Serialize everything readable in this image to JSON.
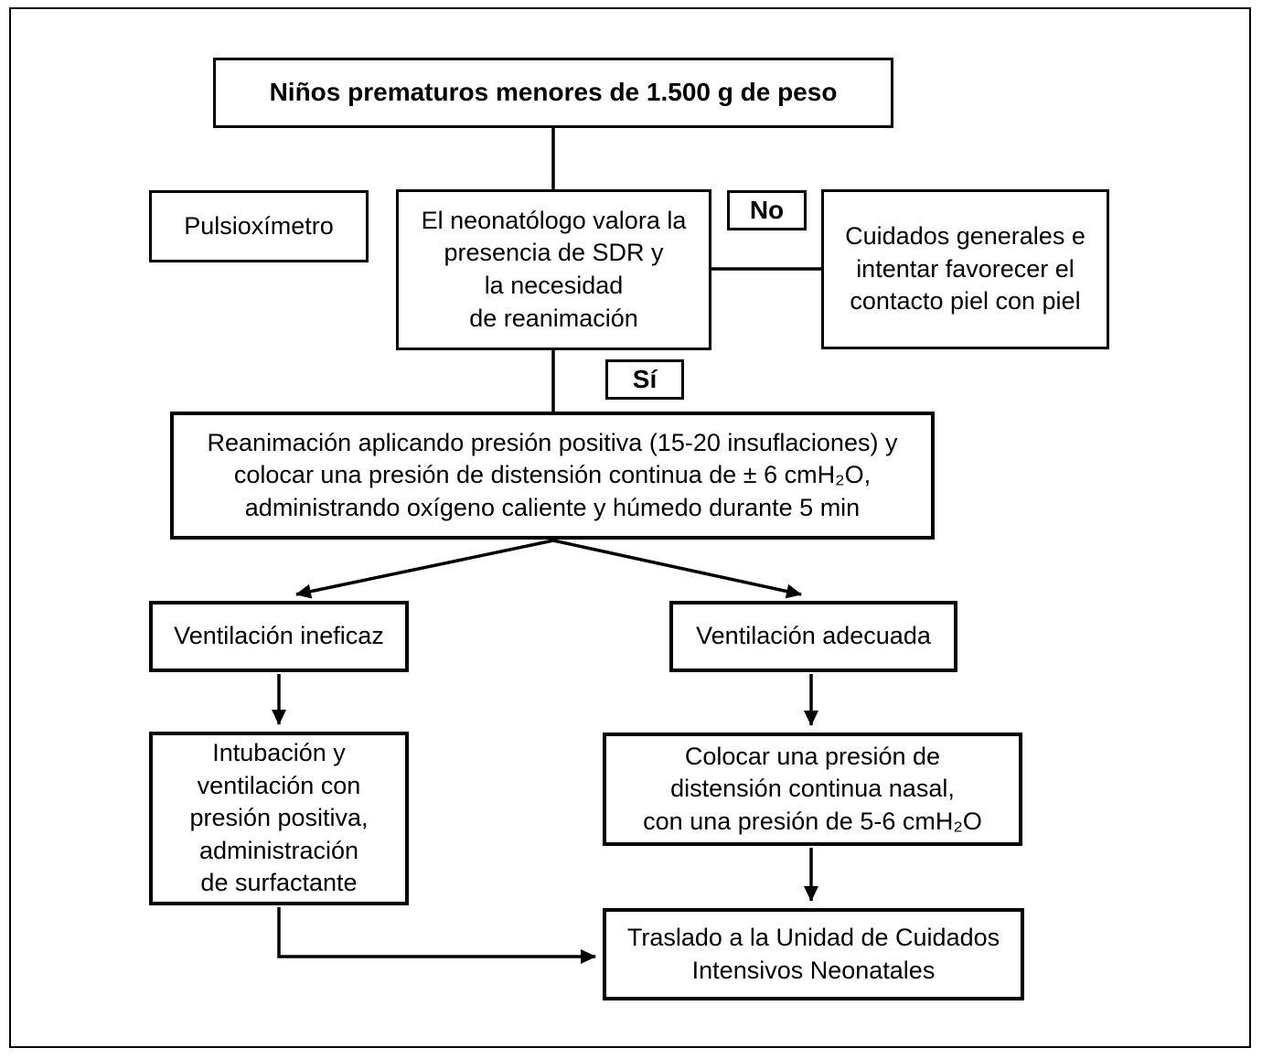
{
  "diagram": {
    "kind": "clinical-flowchart",
    "language": "es",
    "colors": {
      "line": "#000000",
      "background": "#ffffff",
      "text": "#000000"
    },
    "nodes": {
      "title": "Niños prematuros menores de 1.500 g de peso",
      "pulse_oximeter": "Pulsioxímetro",
      "assessment": "El neonatólogo valora la\npresencia de SDR y\nla necesidad\nde reanimación",
      "general_care": "Cuidados generales e\nintentar favorecer el\ncontacto piel con piel",
      "resuscitation": "Reanimación aplicando presión positiva (15-20 insuflaciones) y\ncolocar una presión de distensión continua de ± 6 cmH₂O,\nadministrando oxígeno caliente y húmedo durante 5 min",
      "ineffective_ventilation": "Ventilación ineficaz",
      "adequate_ventilation": "Ventilación adecuada",
      "intubation": "Intubación y\nventilación con\npresión positiva,\nadministración\nde surfactante",
      "nasal_cpap": "Colocar una presión de\ndistensión continua nasal,\ncon una presión de 5-6 cmH₂O",
      "nicu_transfer": "Traslado a la Unidad de Cuidados\nIntensivos Neonatales"
    },
    "edge_labels": {
      "no": "No",
      "yes": "Sí"
    }
  }
}
